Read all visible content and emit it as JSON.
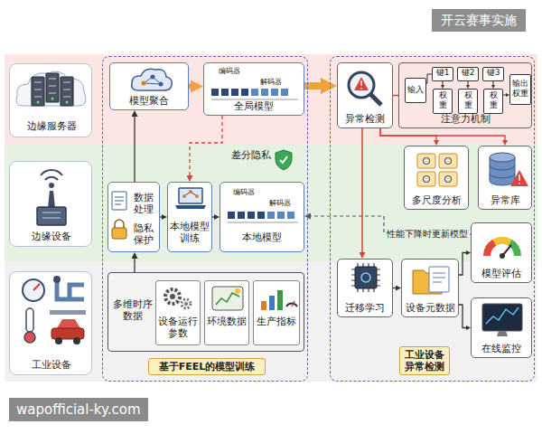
{
  "diagram": {
    "nodes": [
      {
        "text": [
          "边缘服务器"
        ]
      },
      {
        "text": [
          "边缘设备"
        ]
      },
      {
        "text": [
          "工业设备"
        ]
      },
      {
        "text": [
          "基于FEEL的模型训练"
        ]
      },
      {
        "text": [
          "模型聚合"
        ],
        "in": 3
      },
      {
        "text": [
          "编码器",
          "解码器",
          "全局模型"
        ],
        "in": 3
      },
      {
        "text": [
          "数据处理",
          "隐私保护"
        ],
        "in": 3
      },
      {
        "text": [
          "本地模型训练"
        ],
        "in": 3
      },
      {
        "text": [
          "编码器",
          "解码器",
          "本地模型"
        ],
        "in": 3
      },
      {
        "text": [
          "多维时序数据"
        ],
        "in": 3
      },
      {
        "text": [
          "设备运行参数"
        ],
        "in": 9
      },
      {
        "text": [
          "环境数据"
        ],
        "in": 9
      },
      {
        "text": [
          "生产指标"
        ],
        "in": 9
      },
      {
        "text": [
          "工业设备异常检测"
        ]
      },
      {
        "text": [
          "异常检测"
        ],
        "in": 13
      },
      {
        "text": [
          "注意力机制"
        ],
        "in": 13
      },
      {
        "text": [
          "输入"
        ],
        "in": 15
      },
      {
        "text": [
          "键1"
        ],
        "in": 15
      },
      {
        "text": [
          "键2"
        ],
        "in": 15
      },
      {
        "text": [
          "键3"
        ],
        "in": 15
      },
      {
        "text": [
          "权重"
        ],
        "in": 15
      },
      {
        "text": [
          "权重"
        ],
        "in": 15
      },
      {
        "text": [
          "权重"
        ],
        "in": 15
      },
      {
        "text": [
          "输出权重"
        ],
        "in": 15
      },
      {
        "text": [
          "多尺度分析"
        ],
        "in": 13
      },
      {
        "text": [
          "异常库"
        ],
        "in": 13
      },
      {
        "text": [
          "迁移学习"
        ],
        "in": 13
      },
      {
        "text": [
          "设备元数据"
        ],
        "in": 13
      },
      {
        "text": [
          "模型评估"
        ],
        "in": 13
      },
      {
        "text": [
          "在线监控"
        ],
        "in": 13
      }
    ],
    "edges": [
      {
        "from": 6,
        "to": 4,
        "arrow": "to"
      },
      {
        "from": 4,
        "to": 5,
        "arrow": "to"
      },
      {
        "from": 5,
        "to": 7,
        "arrow": "to"
      },
      {
        "from": 6,
        "to": 7,
        "arrow": "to"
      },
      {
        "from": 7,
        "to": 8,
        "arrow": "to"
      },
      {
        "from": 9,
        "to": 6,
        "arrow": "to"
      },
      {
        "from": 5,
        "to": 14,
        "arrow": "to"
      },
      {
        "from": 14,
        "to": 15,
        "arrow": "none"
      },
      {
        "from": 14,
        "to": 24,
        "arrow": "to"
      },
      {
        "from": 14,
        "to": 25,
        "arrow": "to"
      },
      {
        "from": 14,
        "to": 26,
        "arrow": "to"
      },
      {
        "from": 26,
        "to": 27,
        "arrow": "to"
      },
      {
        "from": 27,
        "to": 28,
        "arrow": "to"
      },
      {
        "from": 27,
        "to": 29,
        "arrow": "to"
      },
      {
        "from": 28,
        "to": 8,
        "label": "性能下降时更新模型",
        "arrow": "to"
      },
      {
        "from": 16,
        "to": 17,
        "arrow": "none"
      },
      {
        "from": 17,
        "to": 20,
        "arrow": "to"
      },
      {
        "from": 18,
        "to": 21,
        "arrow": "to"
      },
      {
        "from": 19,
        "to": 22,
        "arrow": "to"
      },
      {
        "from": 22,
        "to": 23,
        "arrow": "to"
      }
    ],
    "labels": [
      "差分隐私",
      "开云赛事实施",
      "wapofficial-ky.com"
    ]
  }
}
